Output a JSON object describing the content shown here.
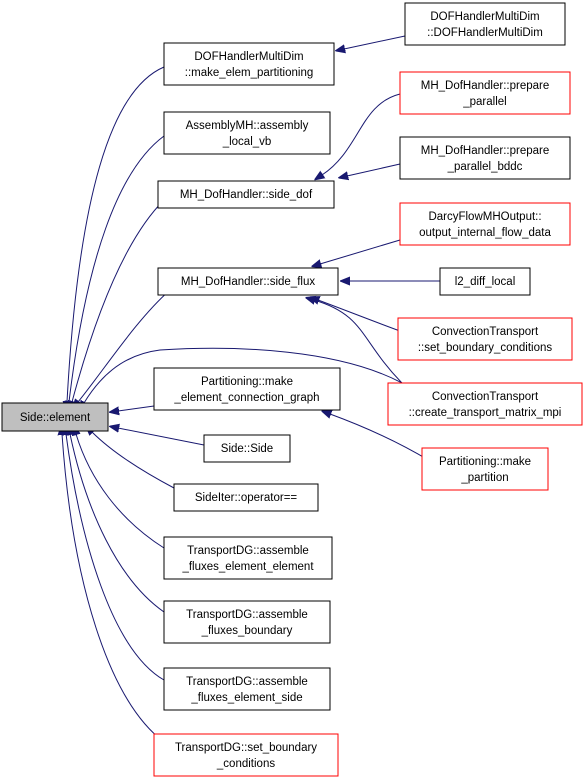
{
  "colors": {
    "edge": "#191970",
    "root_fill": "#bfbfbf",
    "border_normal": "#000000",
    "border_external": "#ff0000"
  },
  "nodes": {
    "side_element": {
      "lines": [
        "Side::element"
      ],
      "style": "root"
    },
    "dof_make_elem": {
      "lines": [
        "DOFHandlerMultiDim",
        "::make_elem_partitioning"
      ],
      "style": "black"
    },
    "dof_ctor": {
      "lines": [
        "DOFHandlerMultiDim",
        "::DOFHandlerMultiDim"
      ],
      "style": "black"
    },
    "assembly_local_vb": {
      "lines": [
        "AssemblyMH::assembly",
        "_local_vb"
      ],
      "style": "black"
    },
    "mh_side_dof": {
      "lines": [
        "MH_DofHandler::side_dof"
      ],
      "style": "black"
    },
    "mh_prepare_parallel": {
      "lines": [
        "MH_DofHandler::prepare",
        "_parallel"
      ],
      "style": "red"
    },
    "mh_prepare_parallel_bddc": {
      "lines": [
        "MH_DofHandler::prepare",
        "_parallel_bddc"
      ],
      "style": "black"
    },
    "darcy_output": {
      "lines": [
        "DarcyFlowMHOutput::",
        "output_internal_flow_data"
      ],
      "style": "red"
    },
    "mh_side_flux": {
      "lines": [
        "MH_DofHandler::side_flux"
      ],
      "style": "black"
    },
    "l2_diff_local": {
      "lines": [
        "l2_diff_local"
      ],
      "style": "black"
    },
    "conv_set_bc": {
      "lines": [
        "ConvectionTransport",
        "::set_boundary_conditions"
      ],
      "style": "red"
    },
    "partitioning_make_graph": {
      "lines": [
        "Partitioning::make",
        "_element_connection_graph"
      ],
      "style": "black"
    },
    "conv_create_matrix": {
      "lines": [
        "ConvectionTransport",
        "::create_transport_matrix_mpi"
      ],
      "style": "red"
    },
    "side_side": {
      "lines": [
        "Side::Side"
      ],
      "style": "black"
    },
    "partitioning_make_partition": {
      "lines": [
        "Partitioning::make",
        "_partition"
      ],
      "style": "red"
    },
    "sideiter_op": {
      "lines": [
        "SideIter::operator=="
      ],
      "style": "black"
    },
    "tdg_elem_elem": {
      "lines": [
        "TransportDG::assemble",
        "_fluxes_element_element"
      ],
      "style": "black"
    },
    "tdg_boundary": {
      "lines": [
        "TransportDG::assemble",
        "_fluxes_boundary"
      ],
      "style": "black"
    },
    "tdg_elem_side": {
      "lines": [
        "TransportDG::assemble",
        "_fluxes_element_side"
      ],
      "style": "black"
    },
    "tdg_set_bc": {
      "lines": [
        "TransportDG::set_boundary",
        "_conditions"
      ],
      "style": "red"
    }
  }
}
